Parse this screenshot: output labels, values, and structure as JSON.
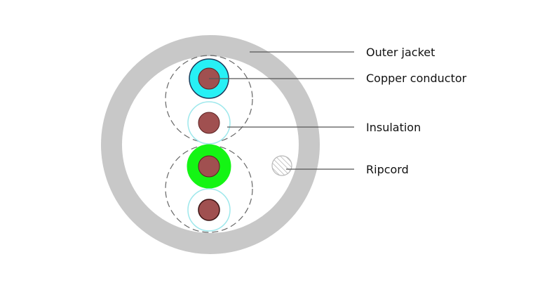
{
  "labels": {
    "outer_jacket": "Outer jacket",
    "copper_conductor": "Copper conductor",
    "insulation": "Insulation",
    "ripcord": "Ripcord"
  },
  "colors": {
    "jacket": "#c8c8c8",
    "conductor": "#a05050",
    "insulation_blue": "#27f0f5",
    "insulation_green": "#14f514",
    "insulation_outline": "#9ee8ec",
    "pair_outline": "#666666",
    "ripcord_hatch": "#b8b8b8",
    "leader": "#555555",
    "text": "#111111"
  }
}
